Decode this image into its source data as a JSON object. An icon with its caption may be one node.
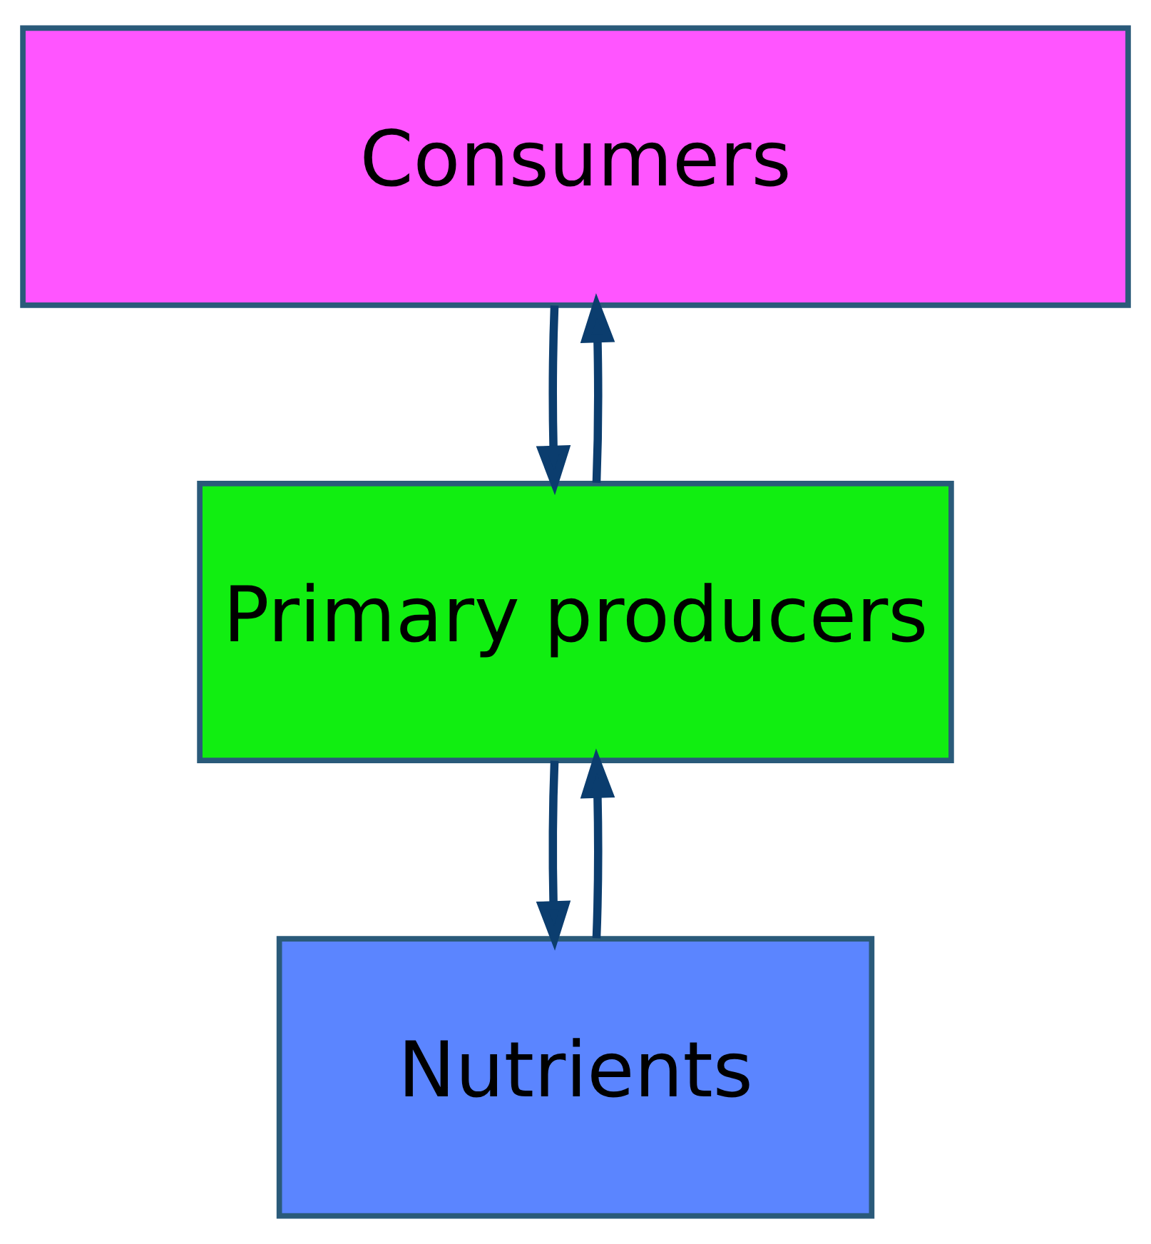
{
  "diagram": {
    "nodes": [
      {
        "text": [
          "Consumers"
        ]
      },
      {
        "text": [
          "Primary producers"
        ]
      },
      {
        "text": [
          "Nutrients"
        ]
      }
    ],
    "edges": [
      {
        "from": 0,
        "to": 1,
        "arrow": "to"
      },
      {
        "from": 1,
        "to": 0,
        "arrow": "to"
      },
      {
        "from": 1,
        "to": 2,
        "arrow": "to"
      },
      {
        "from": 2,
        "to": 1,
        "arrow": "to"
      }
    ]
  }
}
